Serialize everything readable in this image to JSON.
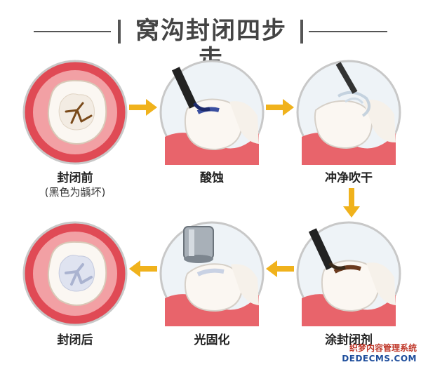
{
  "title": "窝沟封闭四步走",
  "steps": [
    {
      "label": "封闭前",
      "sub": "(黑色为龋坏)"
    },
    {
      "label": "酸蚀"
    },
    {
      "label": "冲净吹干"
    },
    {
      "label": "涂封闭剂"
    },
    {
      "label": "光固化"
    },
    {
      "label": "封闭后"
    }
  ],
  "watermark": {
    "line1": "织梦内容管理系统",
    "line2": "DEDECMS.COM"
  },
  "colors": {
    "arrow": "#f0b21c",
    "gum": "#d9424a",
    "circle_border": "#c8c8c8",
    "tooth": "#fbf7f2"
  }
}
